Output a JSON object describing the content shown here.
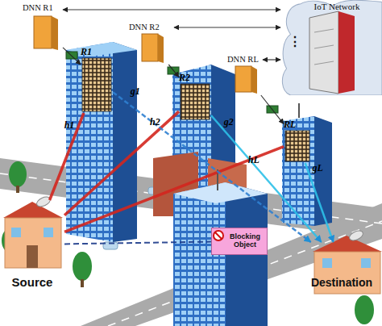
{
  "diagram": {
    "nodes": [
      {
        "text": [
          "DNN R1"
        ]
      },
      {
        "text": [
          "DNN R2"
        ]
      },
      {
        "text": [
          "IoT Network"
        ]
      },
      {
        "text": [
          "DNN RL"
        ]
      },
      {
        "text": [
          "R1"
        ]
      },
      {
        "text": [
          "R2"
        ]
      },
      {
        "text": [
          "RL"
        ]
      },
      {
        "text": [
          "Blocking Object"
        ]
      },
      {
        "text": [
          "Source"
        ]
      },
      {
        "text": [
          "Destination"
        ]
      }
    ],
    "edges": [
      {
        "from": 8,
        "to": 4,
        "label": "h1",
        "arrow": "none"
      },
      {
        "from": 8,
        "to": 5,
        "label": "h2",
        "arrow": "none"
      },
      {
        "from": 8,
        "to": 6,
        "label": "hL",
        "arrow": "none"
      },
      {
        "from": 4,
        "to": 9,
        "label": "g1",
        "arrow": "to"
      },
      {
        "from": 5,
        "to": 9,
        "label": "g2",
        "arrow": "to"
      },
      {
        "from": 6,
        "to": 9,
        "label": "gL",
        "arrow": "to"
      },
      {
        "from": 8,
        "to": 7,
        "arrow": "none"
      },
      {
        "from": 0,
        "to": 2,
        "arrow": "both"
      },
      {
        "from": 1,
        "to": 2,
        "arrow": "both"
      },
      {
        "from": 3,
        "to": 2,
        "arrow": "both"
      },
      {
        "from": 0,
        "to": 4,
        "arrow": "to"
      },
      {
        "from": 1,
        "to": 5,
        "arrow": "to"
      },
      {
        "from": 3,
        "to": 6,
        "arrow": "to"
      }
    ],
    "labels": [
      "⋮"
    ]
  }
}
